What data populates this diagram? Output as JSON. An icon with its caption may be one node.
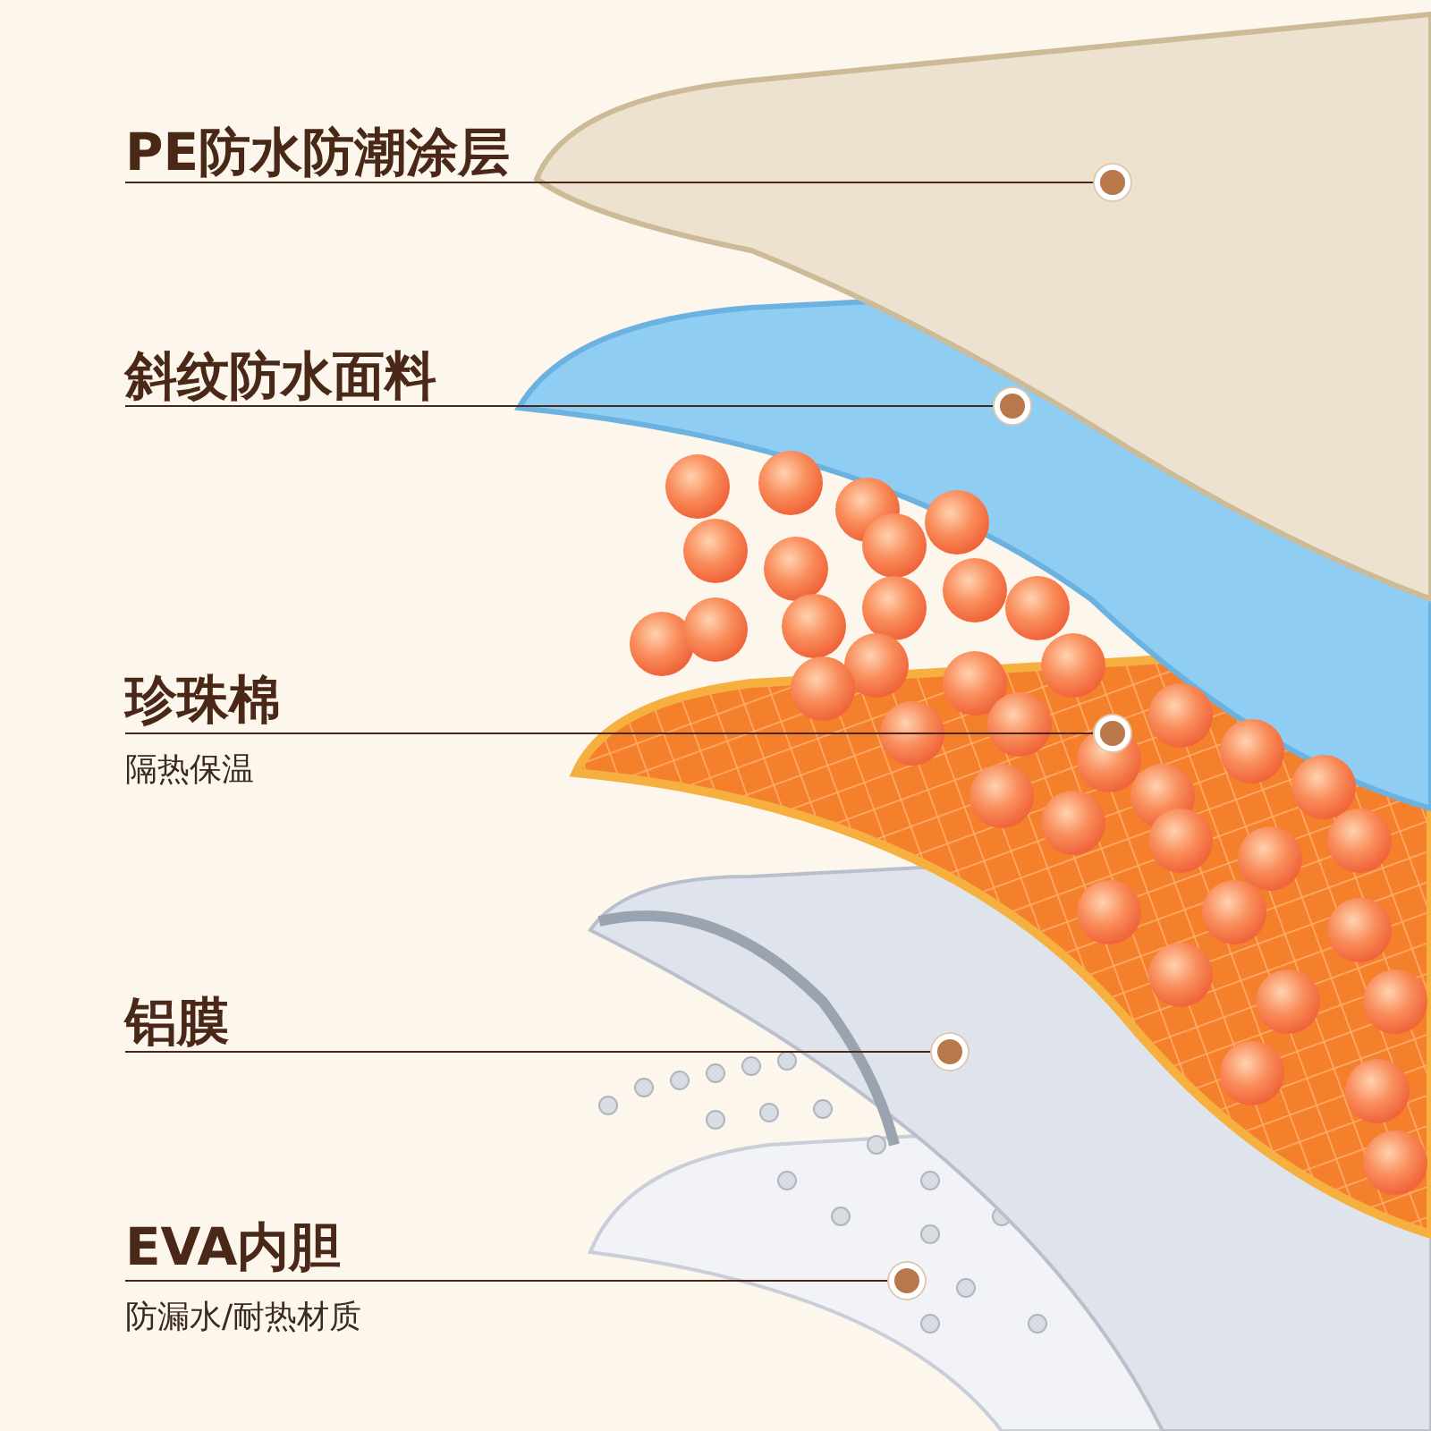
{
  "diagram": {
    "nodes": [
      {
        "text": [
          "PE防水防潮涂层"
        ]
      },
      {
        "text": [],
        "shape": "circle"
      },
      {
        "text": [
          "斜纹防水面料"
        ]
      },
      {
        "text": [],
        "shape": "circle"
      },
      {
        "text": [
          "珍珠棉"
        ],
        "beside": [
          "隔热保温"
        ]
      },
      {
        "text": [],
        "shape": "circle"
      },
      {
        "text": [
          "铝膜"
        ]
      },
      {
        "text": [],
        "shape": "circle"
      },
      {
        "text": [
          "EVA内胆"
        ],
        "beside": [
          "防漏水/耐热材质"
        ]
      },
      {
        "text": [],
        "shape": "circle"
      }
    ],
    "edges": [
      {
        "from": 0,
        "to": 1,
        "arrow": "none"
      },
      {
        "from": 2,
        "to": 3,
        "arrow": "none"
      },
      {
        "from": 4,
        "to": 5,
        "arrow": "none"
      },
      {
        "from": 6,
        "to": 7,
        "arrow": "none"
      },
      {
        "from": 8,
        "to": 9,
        "arrow": "none"
      }
    ]
  }
}
